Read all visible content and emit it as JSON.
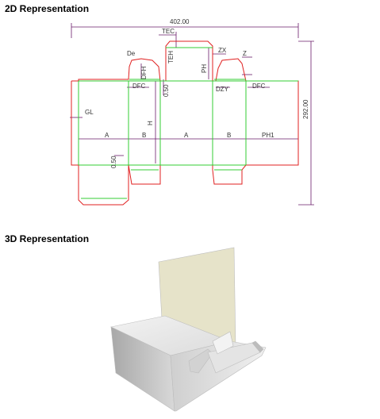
{
  "sections": {
    "two_d_title": "2D Representation",
    "three_d_title": "3D Representation"
  },
  "dimensions": {
    "overall_width": "402.00",
    "overall_height": "292.00",
    "tec": "TEC",
    "teh": "TEH",
    "ph": "PH",
    "zx": "ZX",
    "z": "Z",
    "dfh": "DFH",
    "dfc_left": "DFC",
    "dfc_right": "DFC",
    "dzy": "DZY",
    "gl": "GL",
    "h": "H",
    "a_left": "A",
    "b_left": "B",
    "a_right": "A",
    "b_right": "B",
    "ph1": "PH1",
    "small_50_top": "0.50",
    "small_50_bottom": "0.50",
    "de": "De"
  },
  "colors": {
    "cut_line": "#e02020",
    "crease_line": "#33cc33",
    "dimension_line": "#6a1b6a",
    "box_light": "#e6e6e6",
    "box_dark": "#9a9a9a",
    "box_inner": "#e8e6cf"
  }
}
